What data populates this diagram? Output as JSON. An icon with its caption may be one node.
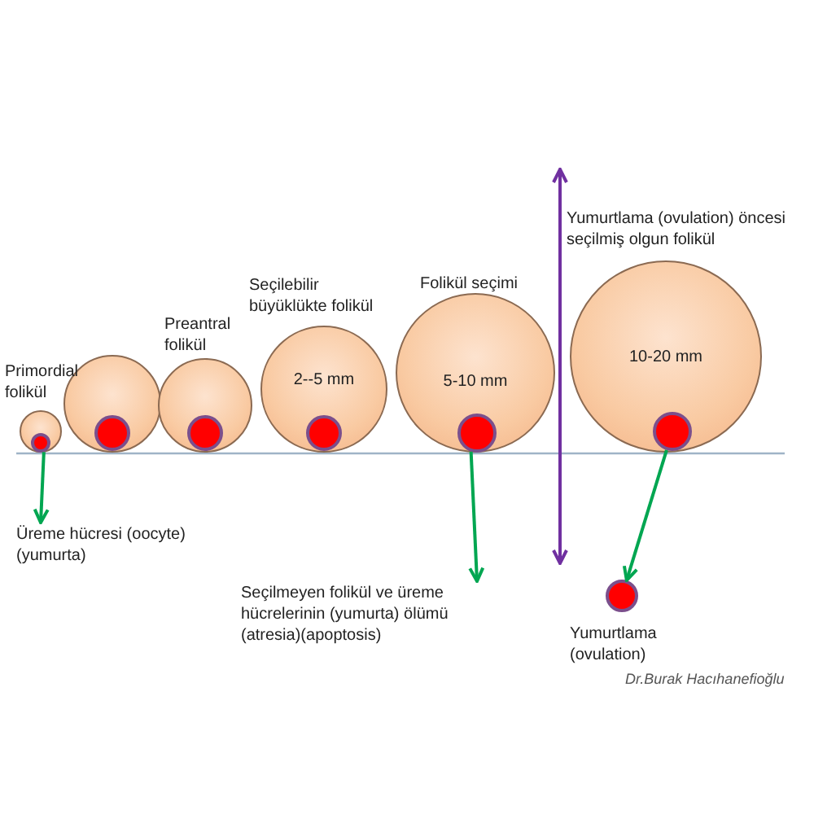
{
  "diagram": {
    "nodes": [
      {
        "text": [],
        "shape": "circle",
        "beside": [
          "Primordial folikül"
        ]
      },
      {
        "text": [],
        "shape": "circle",
        "in": 0
      },
      {
        "text": [],
        "shape": "circle"
      },
      {
        "text": [],
        "shape": "circle",
        "in": 2
      },
      {
        "text": [],
        "shape": "circle",
        "beside": [
          "Preantral folikül"
        ]
      },
      {
        "text": [],
        "shape": "circle",
        "in": 4
      },
      {
        "text": [
          "2--5 mm"
        ],
        "beside": [
          "Seçilebilir büyüklükte folikül"
        ]
      },
      {
        "text": [],
        "shape": "circle",
        "in": 6
      },
      {
        "text": [
          "5-10 mm"
        ],
        "beside": [
          "Folikül seçimi"
        ]
      },
      {
        "text": [],
        "shape": "circle",
        "in": 8
      },
      {
        "text": [
          "10-20 mm"
        ],
        "beside": [
          "Yumurtlama (ovulation) öncesi seçilmiş olgun folikül"
        ]
      },
      {
        "text": [],
        "shape": "circle",
        "in": 10
      },
      {
        "text": [
          "Üreme hücresi (oocyte) (yumurta)"
        ]
      },
      {
        "text": [
          "Seçilmeyen  folikül ve üreme hücrelerinin (yumurta) ölümü (atresia)(apoptosis)"
        ]
      },
      {
        "text": [],
        "shape": "circle",
        "beside": [
          "Yumurtlama (ovulation)"
        ]
      }
    ],
    "edges": [
      {
        "from": 1,
        "to": 12,
        "arrow": "to"
      },
      {
        "from": 9,
        "to": 13,
        "arrow": "to"
      },
      {
        "from": 11,
        "to": 14,
        "arrow": "to"
      }
    ],
    "labels": [
      "Dr.Burak Hacıhanefioğlu"
    ]
  }
}
